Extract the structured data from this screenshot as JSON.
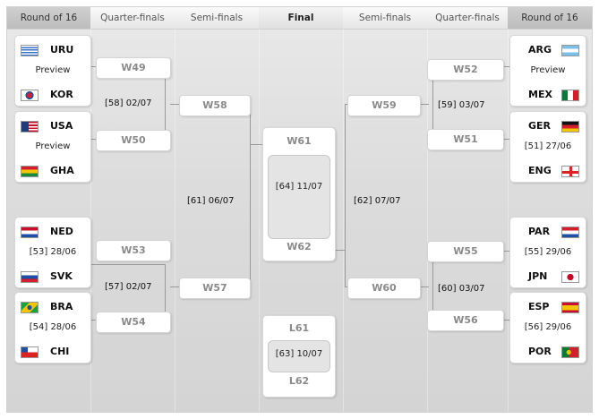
{
  "headers": {
    "r16_left": "Round of 16",
    "qf_left": "Quarter-finals",
    "sf_left": "Semi-finals",
    "final": "Final",
    "sf_right": "Semi-finals",
    "qf_right": "Quarter-finals",
    "r16_right": "Round of 16"
  },
  "r16": {
    "m1": {
      "team1": "URU",
      "team2": "KOR",
      "info": "Preview"
    },
    "m2": {
      "team1": "USA",
      "team2": "GHA",
      "info": "Preview"
    },
    "m3": {
      "team1": "NED",
      "team2": "SVK",
      "info": "[53] 28/06"
    },
    "m4": {
      "team1": "BRA",
      "team2": "CHI",
      "info": "[54] 28/06"
    },
    "m5": {
      "team1": "ARG",
      "team2": "MEX",
      "info": "Preview"
    },
    "m6": {
      "team1": "GER",
      "team2": "ENG",
      "info": "[51] 27/06"
    },
    "m7": {
      "team1": "PAR",
      "team2": "JPN",
      "info": "[55] 29/06"
    },
    "m8": {
      "team1": "ESP",
      "team2": "POR",
      "info": "[56] 29/06"
    }
  },
  "qf": {
    "w49": "W49",
    "w50": "W50",
    "d58": "[58] 02/07",
    "w53": "W53",
    "w54": "W54",
    "d57": "[57] 02/07",
    "w52": "W52",
    "w51": "W51",
    "d59": "[59] 03/07",
    "w55": "W55",
    "w56": "W56",
    "d60": "[60] 03/07"
  },
  "sf": {
    "w58": "W58",
    "w57": "W57",
    "d61": "[61] 06/07",
    "w59": "W59",
    "w60": "W60",
    "d62": "[62] 07/07"
  },
  "final": {
    "w61": "W61",
    "w62": "W62",
    "date": "[64] 11/07"
  },
  "third_place": {
    "l61": "L61",
    "l62": "L62",
    "date": "[63] 10/07"
  },
  "colors": {
    "uru_blue": "#3b73c8",
    "kor_red": "#d02030",
    "usa_red": "#c8102e",
    "gha_green": "#1a8a3a",
    "ned_orange": "#e2512a",
    "svk_blue": "#1f4ea3",
    "bra_green": "#1aa33a",
    "chi_red": "#d22",
    "arg_blue": "#7cc0ea",
    "mex_green": "#0a7a3a",
    "ger_gold": "#f5c400",
    "eng_red": "#d22",
    "par_red": "#d21f2b",
    "jpn_red": "#cc0022",
    "esp_yellow": "#f5c400",
    "por_green": "#0a7a2e"
  }
}
